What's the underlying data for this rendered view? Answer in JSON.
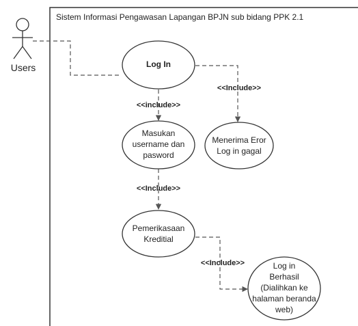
{
  "system": {
    "title": "Sistem Informasi Pengawasan Lapangan BPJN sub bidang PPK 2.1"
  },
  "actor": {
    "label": "Users"
  },
  "use_cases": {
    "login": "Log In",
    "input": {
      "line1": "Masukan",
      "line2": "username dan",
      "line3": "pasword"
    },
    "error": {
      "line1": "Menerima Eror",
      "line2": "Log in gagal"
    },
    "check": {
      "line1": "Pemerikasaan",
      "line2": "Kreditial"
    },
    "success": {
      "line1": "Log in",
      "line2": "Berhasil",
      "line3": "(Dialihkan ke",
      "line4": "halaman beranda",
      "line5": "web)"
    }
  },
  "relations": {
    "include_1": "<<include>>",
    "include_2": "<<Include>>",
    "include_3": "<<Include>>",
    "include_4": "<<Include>>"
  }
}
